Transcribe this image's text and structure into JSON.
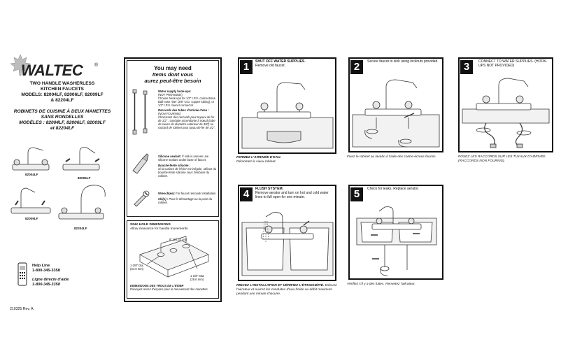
{
  "brand": {
    "name": "WALTEC",
    "reg": "®"
  },
  "title_en": {
    "line1": "TWO HANDLE WASHERLESS",
    "line2": "KITCHEN FAUCETS",
    "line3": "MODELS: 82004LF, 82006LF, 82009LF",
    "line4": "& 82204LF"
  },
  "title_fr": {
    "line1": "ROBINETS DE CUISINE À DEUX MANETTES",
    "line2": "SANS RONDELLES",
    "line3": "MODÈLES : 82004LF, 82006LF, 82009LF",
    "line4": "et 82204LF"
  },
  "models": [
    "82004LF",
    "82006LF",
    "82009LF",
    "82204LF"
  ],
  "help": {
    "en_label": "Help Line",
    "en_phone": "1-800-345-3358",
    "fr_label": "Ligne directe d'aide",
    "fr_phone": "1-800-345-3358"
  },
  "docnum": "210325   Rev. A",
  "need": {
    "title": "You may need",
    "title_fr_1": "Items dont vous",
    "title_fr_2": "aurez peut-être besoin",
    "supply_head": "Water supply hook-ups:",
    "supply_np": "(NOT PROVIDED)",
    "supply_text": "Choose hook-ups for 1/2\" I.P.S. connections. Ball nose riser (3/8\" O.D. copper tubing), or 1/2\" I.P.S. faucet connector.",
    "supply_fr_head": "Raccords des tubes d'arrivée d'eau :",
    "supply_fr_np": "(NON FOURNIS)",
    "supply_fr_text": "Choisissez des raccords pour tuyaux de fer de 1/2\" : conduite ascendante à nœud (tube de cuivre de diamètre extérieur de 3/8\") ou raccord de robinet pour tuyau de fer de 1/2\".",
    "sealant_head": "Silicone sealant:",
    "sealant_text": "If sink is uneven use silicone sealant under base of faucet.",
    "sealant_fr_head": "Bouche-fente silicone :",
    "sealant_fr_text": "Si la surface de l'évier est inégale, utilisez du bouche-fente silicone sous l'embase du robinet.",
    "wrench_head": "Wrench(es):",
    "wrench_text": "For faucet removal/ installation.",
    "wrench_fr_head": "Clé(s) :",
    "wrench_fr_text": "Pour le démontage ou la pose du robinet."
  },
  "sink_holes": {
    "title": "SINK HOLE DIMENSIONS",
    "subtitle": "Allow clearance for handle movements.",
    "dim_top": "8\" (20.32 cm)",
    "dim_left": "1-3/8\" Dia.",
    "dim_left_cm": "(34.9 mm)",
    "dim_right": "1-1/8\" Max",
    "dim_right_cm": "(28.6 mm)",
    "fr_title": "DIMENSIONS DES TROUS DE L'ÉVIER",
    "fr_text": "Prévoyez assez d'espace pour le mouvement des manettes."
  },
  "steps": [
    {
      "num": "1",
      "title": "SHUT OFF WATER SUPPLIES.",
      "body": "Remove old faucet.",
      "fr_bold": "FERMEZ L'ARRIVÉE D'EAU.",
      "fr_text": "Démontez le vieux robinet."
    },
    {
      "num": "2",
      "title": "",
      "body": "Secure faucet to sink using locknuts provided.",
      "fr_bold": "",
      "fr_text": "Fixez le robinet au lavabo à l'aide des contre-écrous fournis."
    },
    {
      "num": "3",
      "title": "",
      "body": "CONNECT TO WATER SUPPLIES. (HOOK-UPS NOT PROVIDED)",
      "fr_bold": "",
      "fr_text": "POSEZ LES RACCORDS SUR LES TUYAUX D'ARRIVÉE. (RACCORDS NON FOURNIS)."
    },
    {
      "num": "4",
      "title": "FLUSH SYSTEM.",
      "body": "Remove aerator and turn on hot and cold water lines to full open for one minute.",
      "fr_bold": "RINCEZ L'INSTALLATION ET VÉRIFIEZ L'ÉTANCHÉITÉ.",
      "fr_text": "Enlevez l'aérateur et ouvrez les conduites d'eau froide au débit maximum pendant une minute chacune."
    },
    {
      "num": "5",
      "title": "",
      "body": "Check for leaks. Replace aerator.",
      "fr_bold": "",
      "fr_text": "Vérifiez s'il y a des fuites. Remettez l'aérateur."
    }
  ]
}
